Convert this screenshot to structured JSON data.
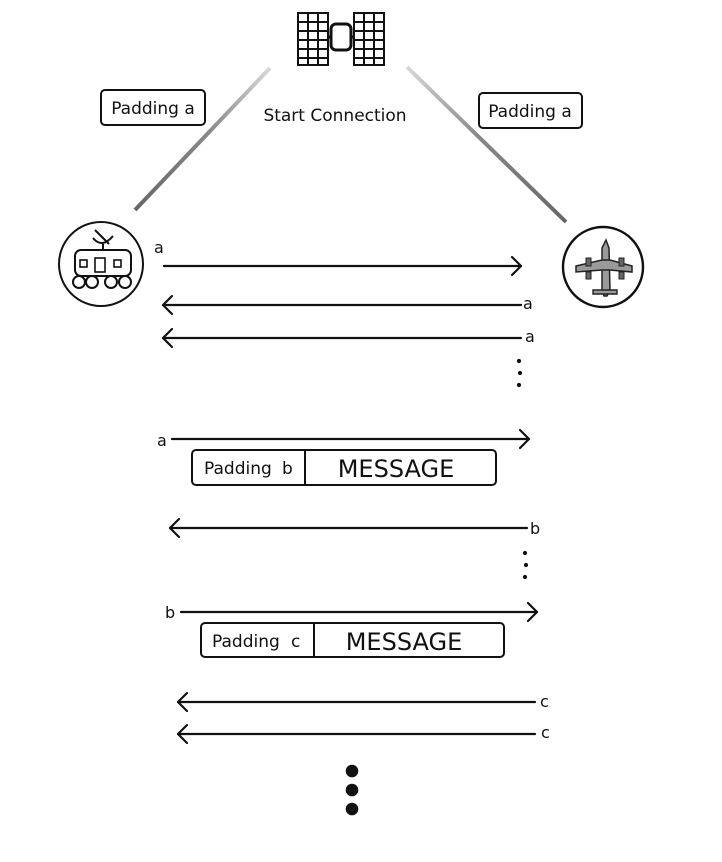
{
  "top_label": "Start Connection",
  "left_padding_label": "Padding  a",
  "right_padding_label": "Padding  a",
  "icons": {
    "satellite": "satellite-icon",
    "rover": "rover-icon",
    "aircraft": "aircraft-icon"
  },
  "arrows": [
    {
      "dir": "right",
      "label": "a"
    },
    {
      "dir": "left",
      "label": "a"
    },
    {
      "dir": "left",
      "label": "a"
    },
    {
      "dir": "right",
      "label": "a"
    },
    {
      "dir": "left",
      "label": "b"
    },
    {
      "dir": "right",
      "label": "b"
    },
    {
      "dir": "left",
      "label": "c"
    },
    {
      "dir": "left",
      "label": "c"
    }
  ],
  "frames": [
    {
      "padding_text": "Padding",
      "padding_letter": "b",
      "message": "MESSAGE"
    },
    {
      "padding_text": "Padding",
      "padding_letter": "c",
      "message": "MESSAGE"
    }
  ]
}
